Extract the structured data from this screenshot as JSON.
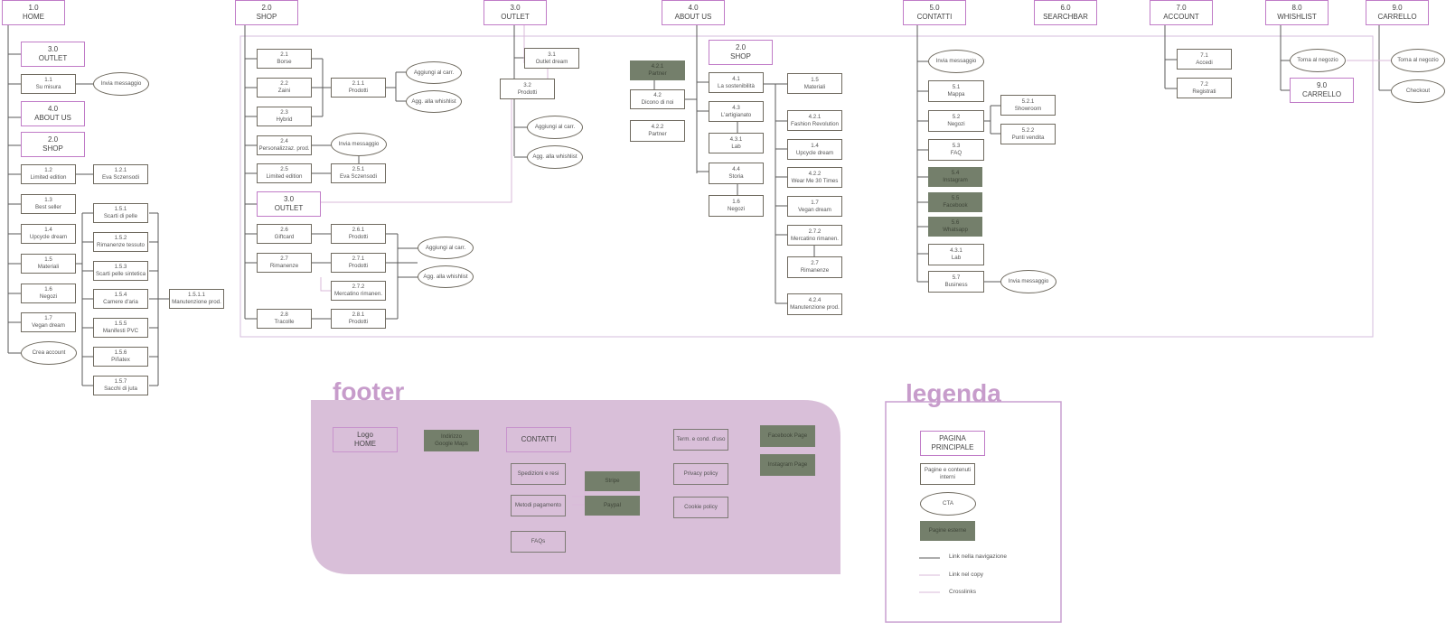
{
  "colors": {
    "nav_line": "#555555",
    "copy_line": "#dcc2de",
    "cross_line": "#d7bfe0",
    "main_border": "#c07bc7",
    "ext_fill": "#747f6b",
    "footer_bg": "#d9bfd9",
    "title_color": "#c79ccb"
  },
  "top": {
    "home": {
      "num": "1.0",
      "label": "HOME"
    },
    "shop": {
      "num": "2.0",
      "label": "SHOP"
    },
    "outlet": {
      "num": "3.0",
      "label": "OUTLET"
    },
    "about": {
      "num": "4.0",
      "label": "ABOUT US"
    },
    "contatti": {
      "num": "5.0",
      "label": "CONTATTI"
    },
    "searchbar": {
      "num": "6.0",
      "label": "SEARCHBAR"
    },
    "account": {
      "num": "7.0",
      "label": "ACCOUNT"
    },
    "whishlist": {
      "num": "8.0",
      "label": "WHISHLIST"
    },
    "carrello": {
      "num": "9.0",
      "label": "CARRELLO"
    }
  },
  "home": {
    "outlet": {
      "num": "3.0",
      "label": "OUTLET"
    },
    "su_misura": {
      "num": "1.1",
      "label": "Su misura"
    },
    "invia": {
      "label": "Invia messaggio"
    },
    "about": {
      "num": "4.0",
      "label": "ABOUT US"
    },
    "shop": {
      "num": "2.0",
      "label": "SHOP"
    },
    "limited": {
      "num": "1.2",
      "label": "Limited edition"
    },
    "eva": {
      "num": "1.2.1",
      "label": "Eva Sczensodi"
    },
    "best": {
      "num": "1.3",
      "label": "Best seller"
    },
    "upcycle": {
      "num": "1.4",
      "label": "Upcycle dream"
    },
    "materiali": {
      "num": "1.5",
      "label": "Materiali"
    },
    "negozi": {
      "num": "1.6",
      "label": "Negozi"
    },
    "vegan": {
      "num": "1.7",
      "label": "Vegan dream"
    },
    "crea": {
      "label": "Crea account"
    },
    "m1": {
      "num": "1.5.1",
      "label": "Scarti di pelle"
    },
    "m2": {
      "num": "1.5.2",
      "label": "Rimanenze tessuto"
    },
    "m3": {
      "num": "1.5.3",
      "label": "Scarti pelle sintetica"
    },
    "m4": {
      "num": "1.5.4",
      "label": "Camere d'aria"
    },
    "m5": {
      "num": "1.5.5",
      "label": "Manifesti PVC"
    },
    "m6": {
      "num": "1.5.6",
      "label": "Piñatex"
    },
    "m7": {
      "num": "1.5.7",
      "label": "Sacchi di juta"
    },
    "manut": {
      "num": "1.5.1.1",
      "label": "Manutenzione prod."
    }
  },
  "shop": {
    "borse": {
      "num": "2.1",
      "label": "Borse"
    },
    "zaini": {
      "num": "2.2",
      "label": "Zaini"
    },
    "hybrid": {
      "num": "2.3",
      "label": "Hybrid"
    },
    "prodotti": {
      "num": "2.1.1",
      "label": "Prodotti"
    },
    "agg_carr": {
      "label": "Aggiungi al carr."
    },
    "agg_wish": {
      "label": "Agg. alla whishlist"
    },
    "pers": {
      "num": "2.4",
      "label": "Personalizzaz. prod."
    },
    "invia": {
      "label": "Invia messaggio"
    },
    "limited": {
      "num": "2.5",
      "label": "Limited edition"
    },
    "eva": {
      "num": "2.5.1",
      "label": "Eva Sczensodi"
    },
    "outlet": {
      "num": "3.0",
      "label": "OUTLET"
    },
    "gift": {
      "num": "2.6",
      "label": "Giftcard"
    },
    "gift_prod": {
      "num": "2.6.1",
      "label": "Prodotti"
    },
    "riman": {
      "num": "2.7",
      "label": "Rimanenze"
    },
    "riman_prod": {
      "num": "2.7.1",
      "label": "Prodotti"
    },
    "merc": {
      "num": "2.7.2",
      "label": "Mercatino rimanen."
    },
    "agg_carr2": {
      "label": "Aggiungi al carr."
    },
    "agg_wish2": {
      "label": "Agg. alla whishlist"
    },
    "trac": {
      "num": "2.8",
      "label": "Tracolle"
    },
    "trac_prod": {
      "num": "2.8.1",
      "label": "Prodotti"
    }
  },
  "outlet": {
    "dream": {
      "num": "3.1",
      "label": "Outlet dream"
    },
    "prodotti": {
      "num": "3.2",
      "label": "Prodotti"
    },
    "agg_carr": {
      "label": "Aggiungi al carr."
    },
    "agg_wish": {
      "label": "Agg. alla whishlist"
    }
  },
  "about": {
    "partner_ext": {
      "num": "4.2.1",
      "label": "Partner"
    },
    "dicono": {
      "num": "4.2",
      "label": "Dicono di noi"
    },
    "partner": {
      "num": "4.2.2",
      "label": "Partner"
    },
    "shop": {
      "num": "2.0",
      "label": "SHOP"
    },
    "sost": {
      "num": "4.1",
      "label": "La sostenibilità"
    },
    "art": {
      "num": "4.3",
      "label": "L'artigianato"
    },
    "lab": {
      "num": "4.3.1",
      "label": "Lab"
    },
    "storia": {
      "num": "4.4",
      "label": "Storia"
    },
    "negozi": {
      "num": "1.6",
      "label": "Negozi"
    },
    "materiali": {
      "num": "1.5",
      "label": "Materiali"
    },
    "fashion": {
      "num": "4.2.1",
      "label": "Fashion Revolution"
    },
    "upcycle": {
      "num": "1.4",
      "label": "Upcycle dream"
    },
    "wear": {
      "num": "4.2.2",
      "label": "Wear Me 30 Times"
    },
    "vegan": {
      "num": "1.7",
      "label": "Vegan dream"
    },
    "merc": {
      "num": "2.7.2",
      "label": "Mercatino rimanen."
    },
    "riman": {
      "num": "2.7",
      "label": "Rimanenze"
    },
    "manut": {
      "num": "4.2.4",
      "label": "Manutenzione prod."
    }
  },
  "contatti": {
    "invia": {
      "label": "Invia messaggio"
    },
    "mappa": {
      "num": "5.1",
      "label": "Mappa"
    },
    "negozi": {
      "num": "5.2",
      "label": "Negozi"
    },
    "showroom": {
      "num": "5.2.1",
      "label": "Showroom"
    },
    "punti": {
      "num": "5.2.2",
      "label": "Punti vendita"
    },
    "faq": {
      "num": "5.3",
      "label": "FAQ"
    },
    "insta": {
      "num": "5.4",
      "label": "Instagram"
    },
    "fb": {
      "num": "5.5",
      "label": "Facebook"
    },
    "wa": {
      "num": "5.6",
      "label": "Whatsapp"
    },
    "lab": {
      "num": "4.3.1",
      "label": "Lab"
    },
    "business": {
      "num": "5.7",
      "label": "Business"
    },
    "invia2": {
      "label": "Invia messaggio"
    }
  },
  "account": {
    "accedi": {
      "num": "7.1",
      "label": "Accedi"
    },
    "reg": {
      "num": "7.2",
      "label": "Registrati"
    }
  },
  "whishlist": {
    "torna": {
      "label": "Torna al negozio"
    },
    "carrello": {
      "num": "9.0",
      "label": "CARRELLO"
    }
  },
  "carrello": {
    "torna": {
      "label": "Torna al negozio"
    },
    "checkout": {
      "label": "Checkout"
    }
  },
  "footer": {
    "title": "footer",
    "logo": {
      "line1": "Logo",
      "line2": "HOME"
    },
    "indirizzo": {
      "line1": "Indirizzo",
      "line2": "Google Maps"
    },
    "contatti": "CONTATTI",
    "spedizioni": "Spedizioni e resi",
    "metodi": "Metodi pagamento",
    "stripe": "Stripe",
    "paypal": "Paypal",
    "faqs": "FAQs",
    "term": "Term. e cond. d'uso",
    "privacy": "Privacy policy",
    "cookie": "Cookie policy",
    "facebook": "Facebook Page",
    "instagram": "Instagram Page"
  },
  "legend": {
    "title": "legenda",
    "principale": {
      "line1": "PAGINA",
      "line2": "PRINCIPALE"
    },
    "interni": {
      "line1": "Pagine e contenuti",
      "line2": "interni"
    },
    "cta": "CTA",
    "esterne": "Pagine esterne",
    "nav": "Link nella navigazione",
    "copy": "Link nel copy",
    "cross": "Crosslinks"
  }
}
